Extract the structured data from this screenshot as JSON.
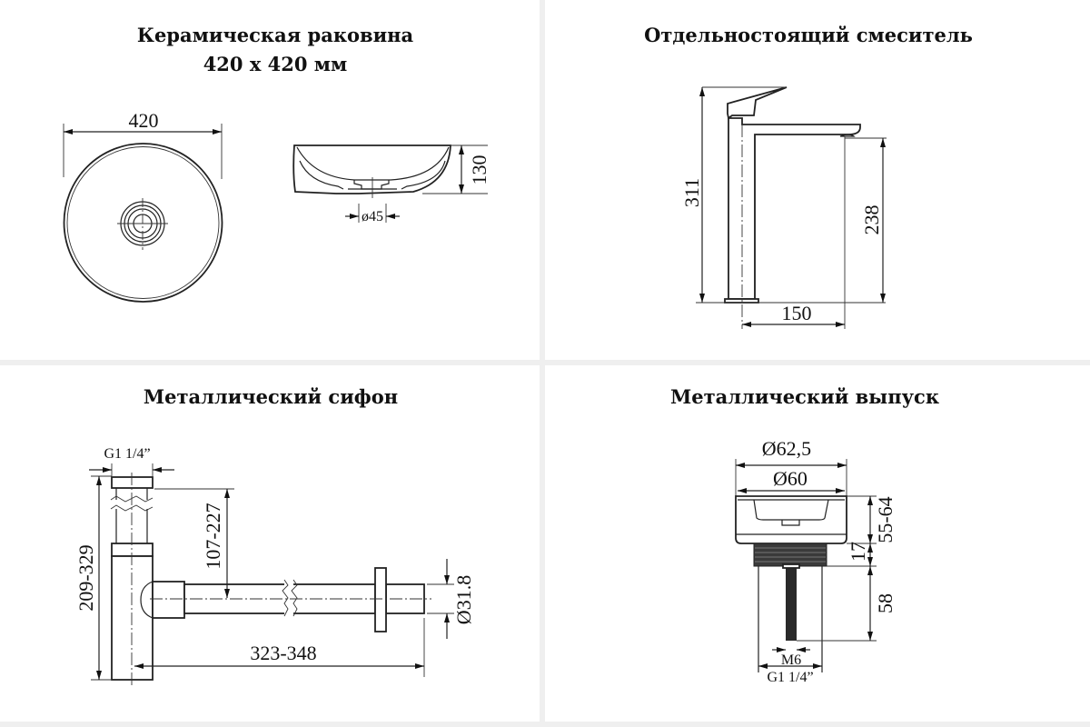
{
  "panels": {
    "sink": {
      "title_line1": "Керамическая раковина",
      "title_line2": "420 x 420 мм",
      "dim_width": "420",
      "dim_height": "130",
      "dim_drain": "ø45"
    },
    "faucet": {
      "title": "Отдельностоящий смеситель",
      "dim_total_height": "311",
      "dim_spout_height": "238",
      "dim_reach": "150"
    },
    "siphon": {
      "title": "Металлический сифон",
      "dim_thread": "G1 1/4”",
      "dim_height": "209-329",
      "dim_inlet_height": "107-227",
      "dim_length": "323-348",
      "dim_pipe_diameter": "Ø31.8"
    },
    "drain": {
      "title": "Металлический выпуск",
      "dim_outer": "Ø62,5",
      "dim_inner": "Ø60",
      "dim_range": "55-64",
      "dim_17": "17",
      "dim_58": "58",
      "dim_rod": "M6",
      "dim_thread": "G1 1/4”"
    }
  }
}
